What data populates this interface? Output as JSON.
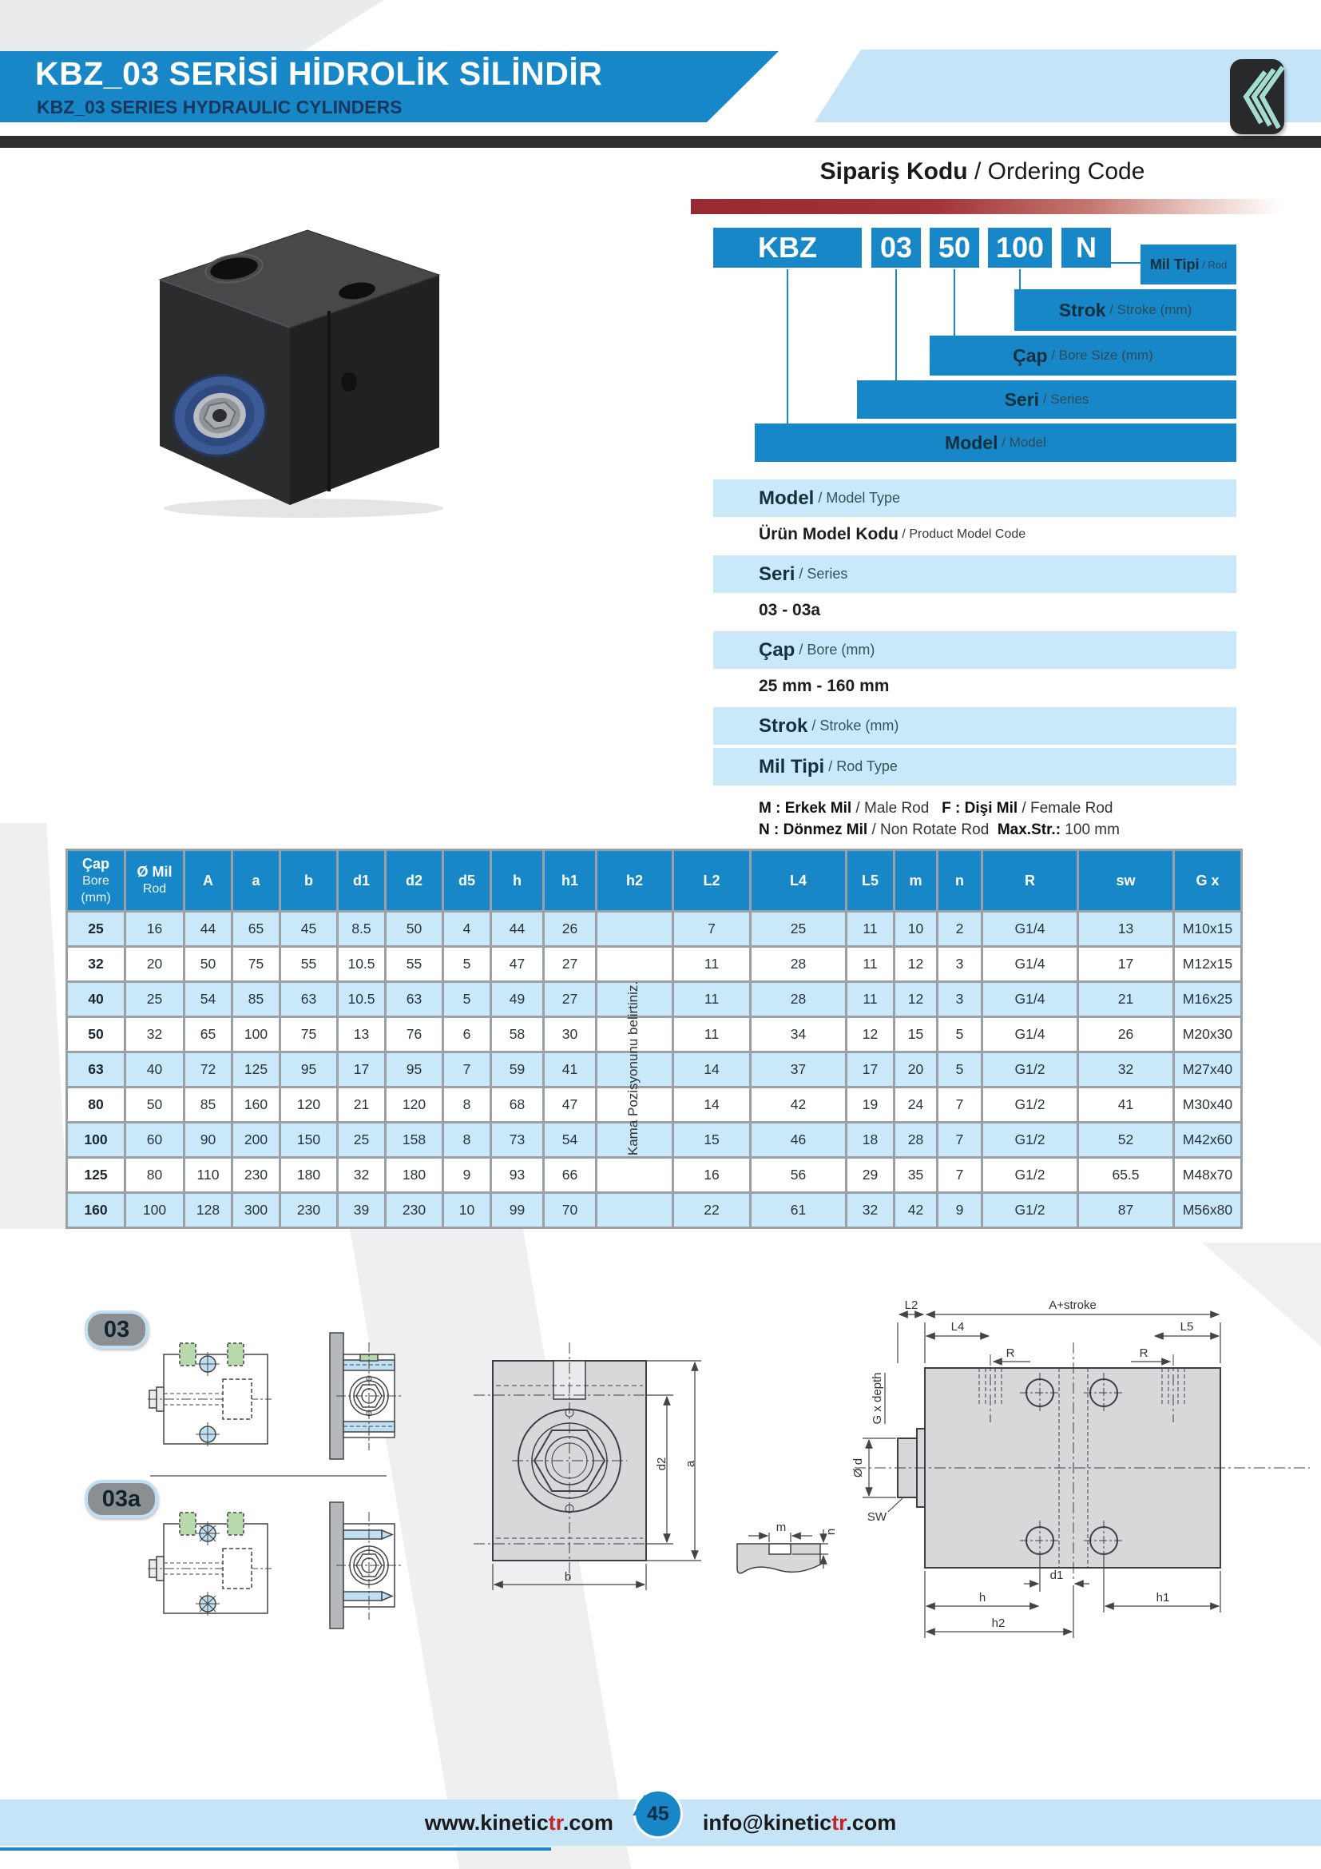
{
  "header": {
    "title_tr": "KBZ_03 SERİSİ HİDROLİK SİLİNDİR",
    "title_en": "KBZ_03 SERIES HYDRAULIC CYLINDERS"
  },
  "ordering": {
    "title_bold": "Sipariş Kodu",
    "title_rest": " / Ordering Code",
    "code_boxes": [
      "KBZ",
      "03",
      "50",
      "100",
      "N"
    ],
    "labels": [
      {
        "bold": "Mil Tipi",
        "rest": " / Rod"
      },
      {
        "bold": "Strok",
        "rest": " / Stroke (mm)"
      },
      {
        "bold": "Çap",
        "rest": " / Bore Size (mm)"
      },
      {
        "bold": "Seri",
        "rest": " / Series"
      },
      {
        "bold": "Model",
        "rest": " / Model"
      }
    ]
  },
  "specs": [
    {
      "band": true,
      "bold": "Model",
      "rest": " / Model Type"
    },
    {
      "band": false,
      "bold": "Ürün Model Kodu",
      "rest": " / Product Model Code"
    },
    {
      "band": true,
      "bold": "Seri",
      "rest": " / Series"
    },
    {
      "band": false,
      "bold": "03 - 03a",
      "rest": ""
    },
    {
      "band": true,
      "bold": "Çap",
      "rest": " / Bore (mm)"
    },
    {
      "band": false,
      "bold": "25 mm - 160 mm",
      "rest": ""
    },
    {
      "band": true,
      "bold": "Strok",
      "rest": " / Stroke (mm)"
    },
    {
      "band": true,
      "bold": "Mil Tipi",
      "rest": " / Rod Type"
    }
  ],
  "rod_notes": [
    [
      {
        "t": "M : Erkek Mil",
        "b": true
      },
      {
        "t": " / Male Rod   ",
        "b": false
      },
      {
        "t": "F : Dişi Mil",
        "b": true
      },
      {
        "t": " / Female Rod",
        "b": false
      }
    ],
    [
      {
        "t": "N : Dönmez Mil",
        "b": true
      },
      {
        "t": " / Non Rotate Rod  ",
        "b": false
      },
      {
        "t": "Max.Str.:",
        "b": true
      },
      {
        "t": " 100 mm",
        "b": false
      }
    ]
  ],
  "table": {
    "headers": [
      [
        "Çap",
        "Bore",
        "(mm)"
      ],
      [
        "Ø Mil",
        "Rod"
      ],
      [
        "A"
      ],
      [
        "a"
      ],
      [
        "b"
      ],
      [
        "d1"
      ],
      [
        "d2"
      ],
      [
        "d5"
      ],
      [
        "h"
      ],
      [
        "h1"
      ],
      [
        "h2"
      ],
      [
        "L2"
      ],
      [
        "L4"
      ],
      [
        "L5"
      ],
      [
        "m"
      ],
      [
        "n"
      ],
      [
        "R"
      ],
      [
        "sw"
      ],
      [
        "G x"
      ]
    ],
    "rotated_note": "Kama Pozisyonunu belirtiniz.",
    "rows": [
      [
        "25",
        "16",
        "44",
        "65",
        "45",
        "8.5",
        "50",
        "4",
        "44",
        "26",
        "",
        "7",
        "25",
        "11",
        "10",
        "2",
        "G1/4",
        "13",
        "M10x15"
      ],
      [
        "32",
        "20",
        "50",
        "75",
        "55",
        "10.5",
        "55",
        "5",
        "47",
        "27",
        "",
        "11",
        "28",
        "11",
        "12",
        "3",
        "G1/4",
        "17",
        "M12x15"
      ],
      [
        "40",
        "25",
        "54",
        "85",
        "63",
        "10.5",
        "63",
        "5",
        "49",
        "27",
        "",
        "11",
        "28",
        "11",
        "12",
        "3",
        "G1/4",
        "21",
        "M16x25"
      ],
      [
        "50",
        "32",
        "65",
        "100",
        "75",
        "13",
        "76",
        "6",
        "58",
        "30",
        "",
        "11",
        "34",
        "12",
        "15",
        "5",
        "G1/4",
        "26",
        "M20x30"
      ],
      [
        "63",
        "40",
        "72",
        "125",
        "95",
        "17",
        "95",
        "7",
        "59",
        "41",
        "",
        "14",
        "37",
        "17",
        "20",
        "5",
        "G1/2",
        "32",
        "M27x40"
      ],
      [
        "80",
        "50",
        "85",
        "160",
        "120",
        "21",
        "120",
        "8",
        "68",
        "47",
        "",
        "14",
        "42",
        "19",
        "24",
        "7",
        "G1/2",
        "41",
        "M30x40"
      ],
      [
        "100",
        "60",
        "90",
        "200",
        "150",
        "25",
        "158",
        "8",
        "73",
        "54",
        "",
        "15",
        "46",
        "18",
        "28",
        "7",
        "G1/2",
        "52",
        "M42x60"
      ],
      [
        "125",
        "80",
        "110",
        "230",
        "180",
        "32",
        "180",
        "9",
        "93",
        "66",
        "",
        "16",
        "56",
        "29",
        "35",
        "7",
        "G1/2",
        "65.5",
        "M48x70"
      ],
      [
        "160",
        "100",
        "128",
        "300",
        "230",
        "39",
        "230",
        "10",
        "99",
        "70",
        "",
        "22",
        "61",
        "32",
        "42",
        "9",
        "G1/2",
        "87",
        "M56x80"
      ]
    ]
  },
  "drawings": {
    "badges": [
      "03",
      "03a"
    ],
    "labels": {
      "l2": "L2",
      "a_stroke": "A+stroke",
      "l4": "L4",
      "l5": "L5",
      "r_left": "R",
      "r_right": "R",
      "g_depth": "G x depth",
      "dia_d": "Ø d",
      "sw": "SW",
      "d1": "d1",
      "h": "h",
      "h1": "h1",
      "h2": "h2",
      "d2": "d2",
      "a": "a",
      "b": "b",
      "m": "m",
      "n": "n"
    }
  },
  "footer": {
    "website": [
      {
        "t": "www.kinetic"
      },
      {
        "t": "tr",
        "red": true
      },
      {
        "t": ".com"
      }
    ],
    "page": "45",
    "email": [
      {
        "t": "info@kinetic"
      },
      {
        "t": "tr",
        "red": true
      },
      {
        "t": ".com"
      }
    ]
  },
  "colors": {
    "accent_blue": "#1787c8",
    "light_blue_row": "#c9e8fa",
    "band_light_blue": "#c6e4f7",
    "red_bar": "#982a31",
    "black_band": "#2f2f2d",
    "logo_teal": "#a5dcd0"
  }
}
